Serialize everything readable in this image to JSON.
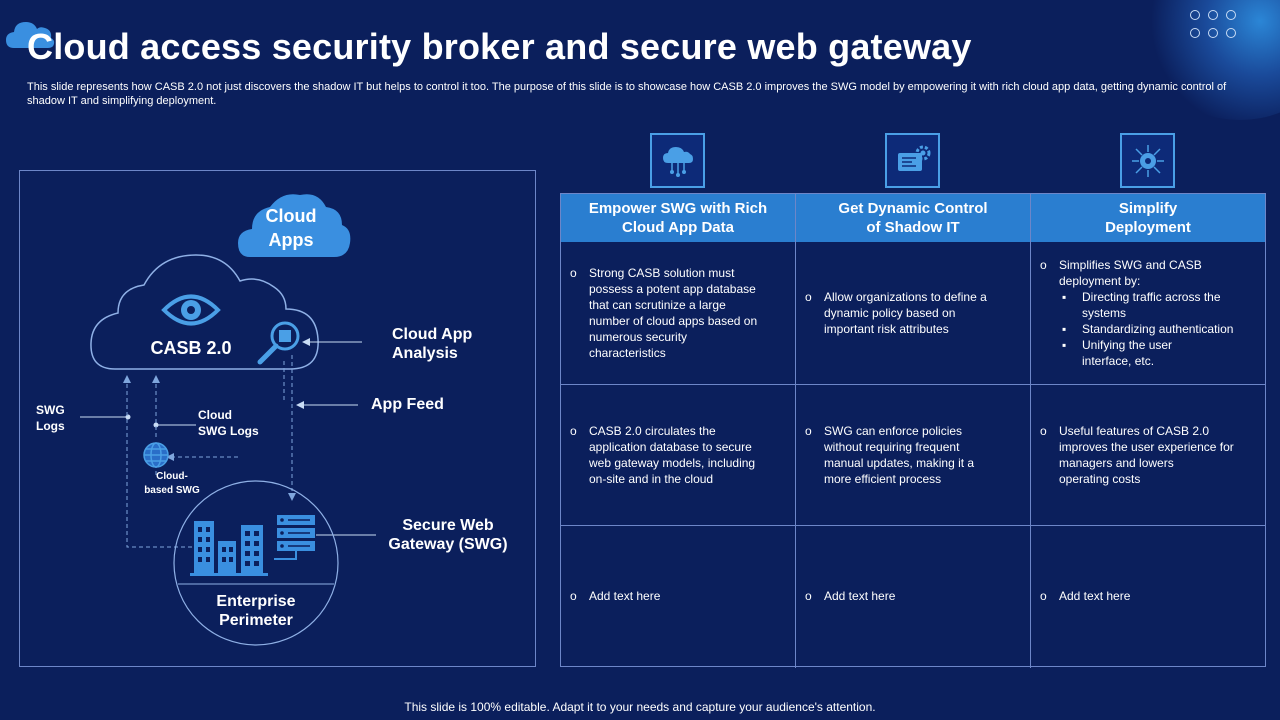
{
  "header": {
    "title": "Cloud access security broker and secure web gateway",
    "subtitle": "This slide represents how CASB 2.0 not just discovers the shadow IT but helps to control it too. The purpose of this slide is to showcase how CASB 2.0 improves the SWG model by empowering it with rich cloud app data, getting dynamic control of shadow IT and simplifying deployment."
  },
  "diagram": {
    "cloud_apps": "Cloud\nApps",
    "casb": "CASB 2.0",
    "cloud_app_analysis": "Cloud App\nAnalysis",
    "app_feed": "App Feed",
    "swg_logs": "SWG\nLogs",
    "cloud_swg_logs": "Cloud\nSWG Logs",
    "cloud_based_swg": "Cloud-\nbased SWG",
    "secure_web_gateway": "Secure Web\nGateway (SWG)",
    "enterprise_perimeter": "Enterprise\nPerimeter"
  },
  "table": {
    "columns": [
      {
        "header": "Empower SWG with Rich\nCloud App Data",
        "icon": "cloud-network-icon"
      },
      {
        "header": "Get Dynamic Control\nof Shadow IT",
        "icon": "dashboard-gear-icon"
      },
      {
        "header": "Simplify\nDeployment",
        "icon": "network-hub-icon"
      }
    ],
    "rows": [
      [
        "Strong CASB solution must\npossess a potent app database\nthat can scrutinize a large\nnumber of cloud apps based on\nnumerous security\ncharacteristics",
        "Allow organizations to define a\ndynamic policy based on\nimportant risk attributes",
        "Simplifies SWG and CASB\ndeployment by:"
      ],
      [
        "CASB 2.0 circulates the\napplication database to secure\nweb gateway models, including\non-site and in the cloud",
        "SWG can enforce policies\nwithout requiring frequent\nmanual updates, making it a\nmore efficient process",
        "Useful features of CASB 2.0\nimproves the user experience for\nmanagers and lowers\noperating costs"
      ],
      [
        "Add text here",
        "Add text here",
        "Add text here"
      ]
    ],
    "sub_bullets": [
      "Directing traffic across the\nsystems",
      "Standardizing authentication",
      "Unifying the user\ninterface, etc."
    ],
    "bullet_symbol": "o",
    "sub_bullet_symbol": "▪"
  },
  "footer": "This slide is 100% editable. Adapt it to your needs and capture your audience's attention.",
  "colors": {
    "background": "#0b1f5c",
    "accent": "#2a7ed0",
    "icon": "#4a9fe6",
    "line": "#6d86c8"
  }
}
